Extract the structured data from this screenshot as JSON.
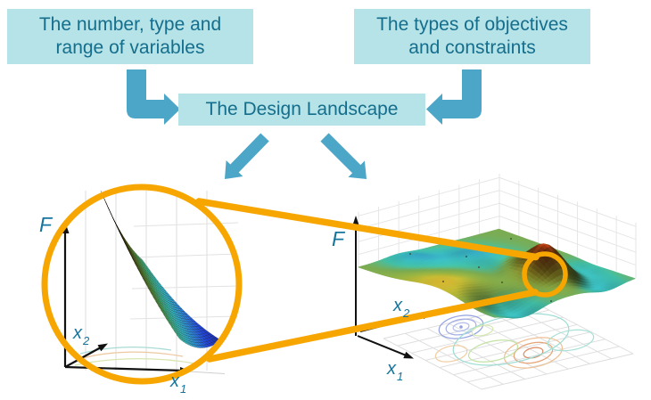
{
  "boxes": {
    "variables": {
      "line1": "The number, type and",
      "line2": "range of variables"
    },
    "objectives": {
      "line1": "The types of objectives",
      "line2": "and constraints"
    },
    "landscape": {
      "label": "The Design Landscape"
    }
  },
  "axes": {
    "f": "F",
    "x1": {
      "base": "x",
      "sub": "1"
    },
    "x2": {
      "base": "x",
      "sub": "2"
    }
  },
  "colors": {
    "box_fill": "#b5e3e8",
    "box_text": "#146e8c",
    "arrow_blue": "#4ba6c7",
    "highlight_orange": "#f7a600",
    "label_teal": "#17749c"
  },
  "chart_data": [
    {
      "type": "surface",
      "name": "zoomed-local-landscape",
      "xlabel": "x1",
      "ylabel": "x2",
      "zlabel": "F",
      "colormap": "jet",
      "description": "smooth convex slope from high (red) corner down to low (blue) corner, shown inside magnifier circle"
    },
    {
      "type": "surface",
      "name": "global-design-landscape",
      "xlabel": "x1",
      "ylabel": "x2",
      "zlabel": "F",
      "colormap": "jet",
      "description": "multi-modal peaks-style landscape on flat green plane with contour projection on floor; tallest red peak highlighted by orange circle"
    }
  ]
}
